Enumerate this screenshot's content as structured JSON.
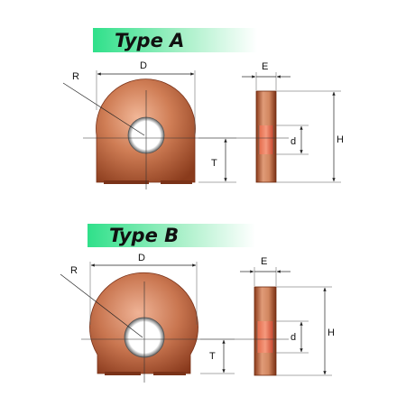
{
  "diagrams": [
    {
      "title": "Type A",
      "labels": {
        "radius": "R",
        "diameter": "D",
        "thickness": "E",
        "hole": "d",
        "height": "H",
        "base": "T"
      }
    },
    {
      "title": "Type B",
      "labels": {
        "radius": "R",
        "diameter": "D",
        "thickness": "E",
        "hole": "d",
        "height": "H",
        "base": "T"
      }
    }
  ],
  "colors": {
    "body_light": "#e8a584",
    "body_mid": "#c2704a",
    "body_dark": "#7a3218",
    "banner_start": "#2fe08a",
    "banner_end": "#ffffff",
    "hole_rim": "#9a9a9a"
  }
}
